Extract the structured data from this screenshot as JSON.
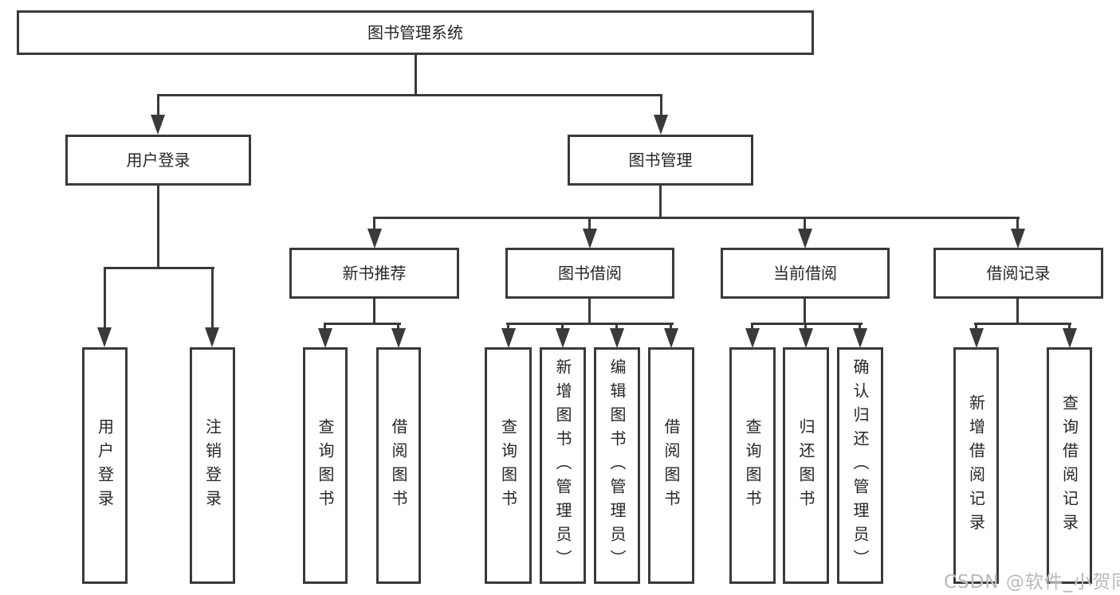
{
  "diagram": {
    "type": "hierarchy-tree",
    "root": {
      "label": "图书管理系统",
      "children": [
        {
          "label": "用户登录",
          "children": [
            {
              "label": "用户登录"
            },
            {
              "label": "注销登录"
            }
          ]
        },
        {
          "label": "图书管理",
          "children": [
            {
              "label": "新书推荐",
              "children": [
                {
                  "label": "查询图书"
                },
                {
                  "label": "借阅图书"
                }
              ]
            },
            {
              "label": "图书借阅",
              "children": [
                {
                  "label": "查询图书"
                },
                {
                  "label": "新增图书（管理员）"
                },
                {
                  "label": "编辑图书（管理员）"
                },
                {
                  "label": "借阅图书"
                }
              ]
            },
            {
              "label": "当前借阅",
              "children": [
                {
                  "label": "查询图书"
                },
                {
                  "label": "归还图书"
                },
                {
                  "label": "确认归还（管理员）"
                }
              ]
            },
            {
              "label": "借阅记录",
              "children": [
                {
                  "label": "新增借阅记录"
                },
                {
                  "label": "查询借阅记录"
                }
              ]
            }
          ]
        }
      ]
    }
  },
  "watermark": {
    "text": "CSDN @软件_小贺同学"
  },
  "colors": {
    "line": "#3a3a3a",
    "text": "#262626",
    "background": "#ffffff",
    "watermark": "#b9b9b9"
  }
}
